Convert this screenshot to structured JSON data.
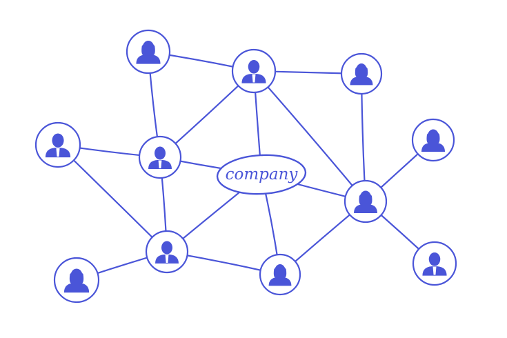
{
  "colors": {
    "ink": "#4a55d8",
    "background": "#ffffff"
  },
  "center": {
    "label": "company",
    "icon": "company-hub"
  },
  "nodes": [
    {
      "id": "top-left",
      "icon": "woman-avatar-icon"
    },
    {
      "id": "top-center",
      "icon": "man-avatar-icon"
    },
    {
      "id": "top-right",
      "icon": "woman-avatar-icon"
    },
    {
      "id": "far-left",
      "icon": "man-avatar-icon"
    },
    {
      "id": "inner-left",
      "icon": "man-avatar-icon"
    },
    {
      "id": "far-right-upper",
      "icon": "woman-avatar-icon"
    },
    {
      "id": "right-hub",
      "icon": "woman-avatar-icon"
    },
    {
      "id": "bottom-left-mid",
      "icon": "man-avatar-icon"
    },
    {
      "id": "bottom-center",
      "icon": "woman-avatar-icon"
    },
    {
      "id": "bottom-far-left",
      "icon": "woman-avatar-icon"
    },
    {
      "id": "far-right-lower",
      "icon": "man-avatar-icon"
    }
  ],
  "edges": [
    [
      "top-left",
      "top-center"
    ],
    [
      "top-left",
      "inner-left"
    ],
    [
      "top-center",
      "top-right"
    ],
    [
      "top-center",
      "inner-left"
    ],
    [
      "top-center",
      "company"
    ],
    [
      "top-center",
      "right-hub"
    ],
    [
      "top-right",
      "right-hub"
    ],
    [
      "far-left",
      "inner-left"
    ],
    [
      "far-left",
      "bottom-left-mid"
    ],
    [
      "inner-left",
      "company"
    ],
    [
      "inner-left",
      "bottom-left-mid"
    ],
    [
      "company",
      "bottom-left-mid"
    ],
    [
      "company",
      "bottom-center"
    ],
    [
      "company",
      "right-hub"
    ],
    [
      "right-hub",
      "far-right-upper"
    ],
    [
      "right-hub",
      "far-right-lower"
    ],
    [
      "right-hub",
      "bottom-center"
    ],
    [
      "bottom-left-mid",
      "bottom-center"
    ],
    [
      "bottom-left-mid",
      "bottom-far-left"
    ]
  ]
}
